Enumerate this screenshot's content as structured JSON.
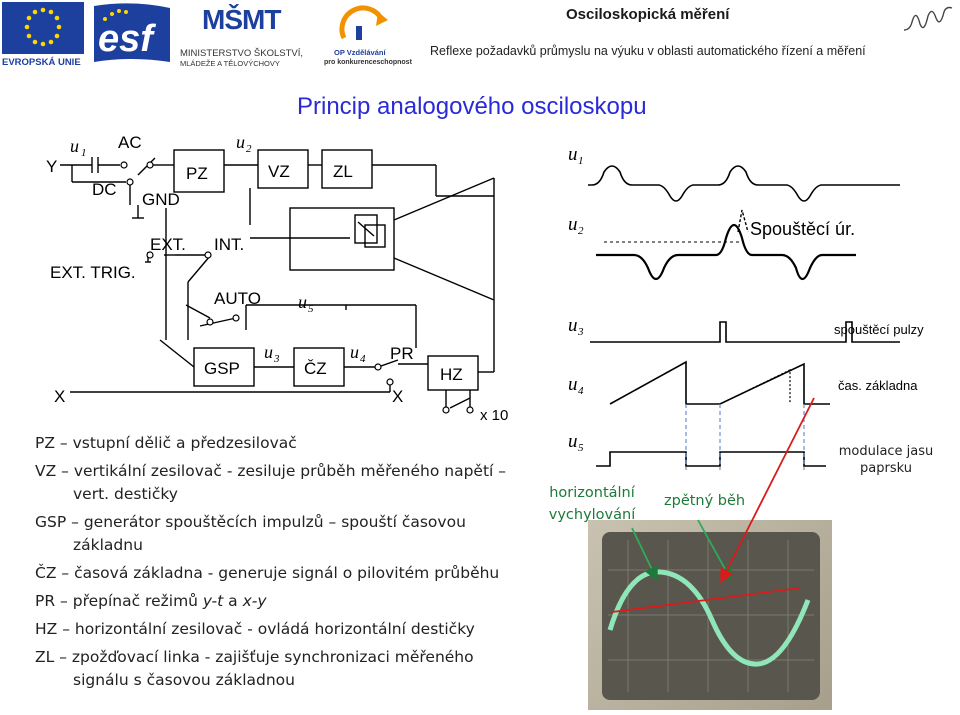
{
  "header": {
    "title": "Osciloskopická měření",
    "subtitle": "Reflexe požadavků průmyslu na výuku v oblasti automatického řízení a měření",
    "logos": {
      "eu_label": "EVROPSKÁ UNIE",
      "esf_label": "esf",
      "msmt_line1": "MINISTERSTVO ŠKOLSTVÍ,",
      "msmt_line2": "MLÁDEŽE A TĚLOVÝCHOVY",
      "msmt_mark": "MŠMT",
      "op_line1": "OP Vzdělávání",
      "op_line2": "pro konkurenceschopnost"
    }
  },
  "main_title": "Princip analogového osciloskopu",
  "block_diagram": {
    "Y": "Y",
    "u1": "u",
    "u1_sub": "1",
    "AC": "AC",
    "DC": "DC",
    "GND": "GND",
    "u2": "u",
    "u2_sub": "2",
    "PZ": "PZ",
    "VZ": "VZ",
    "ZL": "ZL",
    "EXT": "EXT.",
    "INT": "INT.",
    "EXT_TRIG": "EXT. TRIG.",
    "AUTO": "AUTO",
    "u5": "u",
    "u5_sub": "5",
    "GSP": "GSP",
    "u3": "u",
    "u3_sub": "3",
    "CZ": "ČZ",
    "u4": "u",
    "u4_sub": "4",
    "PR": "PR",
    "HZ": "HZ",
    "X_left": "X",
    "X_right": "X",
    "x10": "x 10"
  },
  "waveforms": {
    "u1": "u",
    "u1_sub": "1",
    "u2": "u",
    "u2_sub": "2",
    "u3": "u",
    "u3_sub": "3",
    "u4": "u",
    "u4_sub": "4",
    "u5": "u",
    "u5_sub": "5",
    "trigger_level": "Spouštěcí úr.",
    "trigger_pulses": "spouštěcí pulzy",
    "timebase": "čas. základna",
    "beam_modulation_line1": "modulace jasu",
    "beam_modulation_line2": "paprsku",
    "horizontal_line1": "horizontální",
    "horizontal_line2": "vychylování",
    "flyback": "zpětný běh"
  },
  "legend": [
    {
      "abbr": "PZ",
      "text": "vstupní dělič a předzesilovač"
    },
    {
      "abbr": "VZ",
      "text": "vertikální zesilovač - zesiluje průběh měřeného napětí –",
      "cont": "vert. destičky"
    },
    {
      "abbr": "GSP",
      "text": "generátor spouštěcích impulzů – spouští časovou",
      "cont": "základnu"
    },
    {
      "abbr": "ČZ",
      "text": "časová základna - generuje signál o pilovitém průběhu"
    },
    {
      "abbr": "PR",
      "text": "přepínač režimů ",
      "it1": "y-t",
      "mid": " a ",
      "it2": "x-y"
    },
    {
      "abbr": "HZ",
      "text": "horizontální zesilovač - ovládá horizontální destičky"
    },
    {
      "abbr": "ZL",
      "text": "zpožďovací linka - zajišťuje synchronizaci měřeného",
      "cont": "signálu  s časovou základnou"
    }
  ],
  "colors": {
    "title_blue": "#2a2ad6",
    "green_label": "#1c7a3a",
    "red_arrow": "#d81c1c",
    "blue_dashed": "#6b8fd6",
    "screen_green": "#8fe6b8"
  }
}
